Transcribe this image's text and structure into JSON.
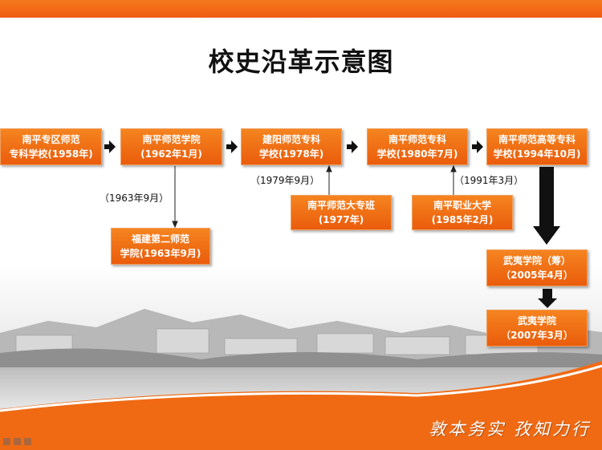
{
  "title": "校史沿革示意图",
  "boxes": [
    {
      "line1": "南平专区师范",
      "line2": "专科学校(1958年)"
    },
    {
      "line1": "南平师范学院",
      "line2": "(1962年1月)"
    },
    {
      "line1": "建阳师范专科",
      "line2": "学校(1978年)"
    },
    {
      "line1": "南平师范专科",
      "line2": "学校(1980年7月)"
    },
    {
      "line1": "南平师范高等专科",
      "line2": "学校(1994年10月)"
    },
    {
      "line1": "福建第二师范",
      "line2": "学院(1963年9月)"
    },
    {
      "line1": "南平师范大专班",
      "line2": "(1977年)"
    },
    {
      "line1": "南平职业大学",
      "line2": "(1985年2月)"
    },
    {
      "line1": "武夷学院（筹）",
      "line2": "（2005年4月）"
    },
    {
      "line1": "武夷学院",
      "line2": "（2007年3月）"
    }
  ],
  "notes": {
    "n1963": "（1963年9月）",
    "n1979": "（1979年9月）",
    "n1991": "（1991年3月）"
  },
  "motto": "敦本务实 孜知力行",
  "colors": {
    "accent": "#f06a14",
    "footer": "#e8501c"
  }
}
